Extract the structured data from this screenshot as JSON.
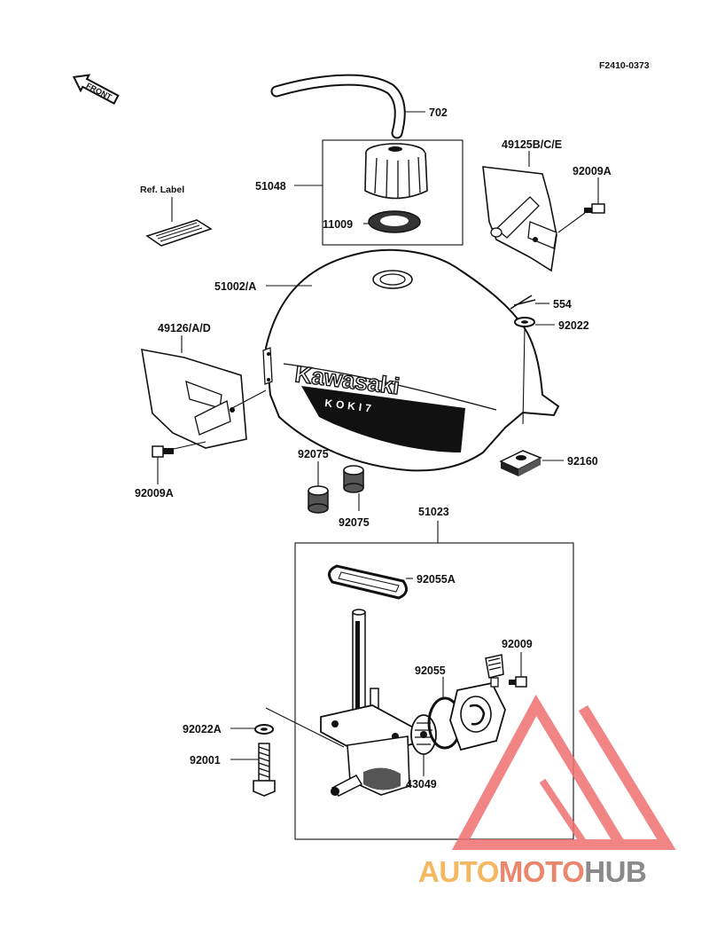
{
  "diagram_code": "F2410-0373",
  "front_arrow_text": "FRONT",
  "ref_label_text": "Ref. Label",
  "tank_brand_text": "Kawasaki",
  "tank_model_text": "KOKI7",
  "watermark": {
    "part1": "AUTO",
    "part2": "MOTO",
    "part3": "HUB",
    "colors": {
      "auto": "#f4b860",
      "moto": "#e9866b",
      "hub": "#8a8a8a",
      "triangle": "#ef6f6f"
    }
  },
  "labels": {
    "l702": "702",
    "l51048": "51048",
    "l11009": "11009",
    "l49125bce": "49125B/C/E",
    "l92009a_top": "92009A",
    "l51002a": "51002/A",
    "l554": "554",
    "l92022": "92022",
    "l49126ad": "49126/A/D",
    "l92160": "92160",
    "l92009a_left": "92009A",
    "l92075_a": "92075",
    "l92075_b": "92075",
    "l51023": "51023",
    "l92055a": "92055A",
    "l92009": "92009",
    "l92055": "92055",
    "l92022a": "92022A",
    "l92001": "92001",
    "l43049": "43049"
  }
}
